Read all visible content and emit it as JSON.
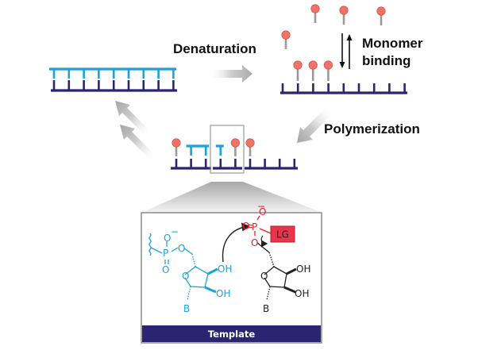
{
  "labels": {
    "denaturation": "Denaturation",
    "monomer_binding_line1": "Monomer",
    "monomer_binding_line2": "binding",
    "polymerization": "Polymerization",
    "template": "Template",
    "leaving_group": "LG"
  },
  "chemistry": {
    "template_nucleotide": {
      "phosphate_atoms": [
        "O",
        "P",
        "O",
        "O"
      ],
      "phosphate_charge": "−",
      "hydroxyls": [
        "OH",
        "OH"
      ],
      "ring_oxygen": "O",
      "base": "B"
    },
    "incoming_monomer": {
      "phosphate_atoms": [
        "O",
        "P",
        "O",
        "O"
      ],
      "phosphate_charge": "−",
      "hydroxyls": [
        "OH",
        "OH"
      ],
      "ring_oxygen": "O",
      "base": "B"
    }
  },
  "strands": {
    "duplex_left": {
      "teeth": 9
    },
    "template_right": {
      "teeth": 9,
      "bound_monomers": 3,
      "free_monomers": 4
    },
    "polymerizing": {
      "teeth": 9,
      "copied_units": 3,
      "bound_monomers": 3
    }
  },
  "colors": {
    "template_strand": "#2b2472",
    "copy_strand": "#1aa3d8",
    "monomer_head": "#ee7468",
    "monomer_stem": "#9a9a9a",
    "arrow": "#b5b5b5",
    "activated_phosphate": "#e8202a",
    "leaving_group_box": "#e8354e",
    "template_bar": "#2b2472"
  }
}
